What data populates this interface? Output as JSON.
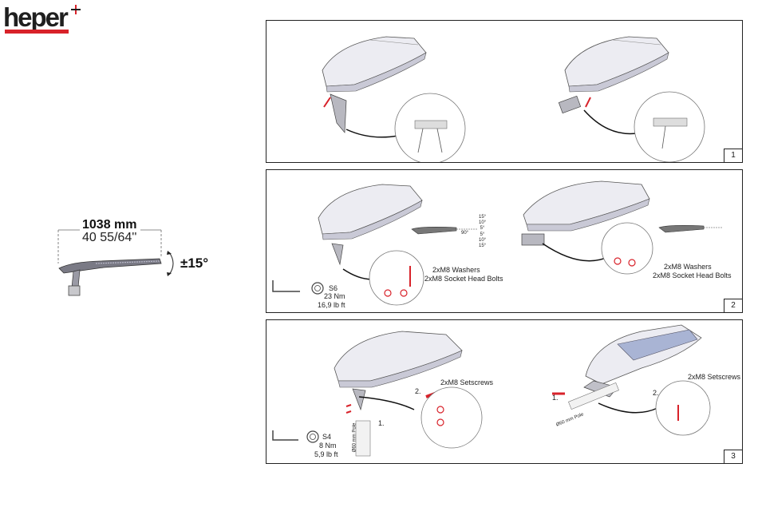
{
  "brand": {
    "name": "heper",
    "accent": "#d8222a"
  },
  "dimensions": {
    "length_mm": "1038 mm",
    "length_in": "40 55/64''",
    "tilt": "±15°"
  },
  "panels": [
    {
      "number": "1"
    },
    {
      "number": "2",
      "washers": "2xM8 Washers",
      "bolts": "2xM8 Socket Head Bolts",
      "washers_b": "2xM8 Washers",
      "bolts_b": "2xM8 Socket Head Bolts",
      "tool_size": "S6",
      "torque_nm": "23 Nm",
      "torque_lbft": "16,9 lb ft",
      "angles_top": [
        "15°",
        "10°",
        "5°"
      ],
      "angle_mid": "90°",
      "angles_bottom": [
        "5°",
        "10°",
        "15°"
      ]
    },
    {
      "number": "3",
      "setscrews": "2xM8 Setscrews",
      "setscrews_b": "2xM8 Setscrews",
      "tool_size": "S4",
      "torque_nm": "8 Nm",
      "torque_lbft": "5,9 lb ft",
      "pole_a": "Ø60 mm Pole",
      "pole_b": "Ø60 mm Pole",
      "step1": "1.",
      "step2": "2.",
      "step1_b": "1.",
      "step2_b": "2."
    }
  ],
  "icons": [
    "hex-key-icon",
    "hex-socket-icon",
    "arrow-icon",
    "luminaire-drawing"
  ]
}
